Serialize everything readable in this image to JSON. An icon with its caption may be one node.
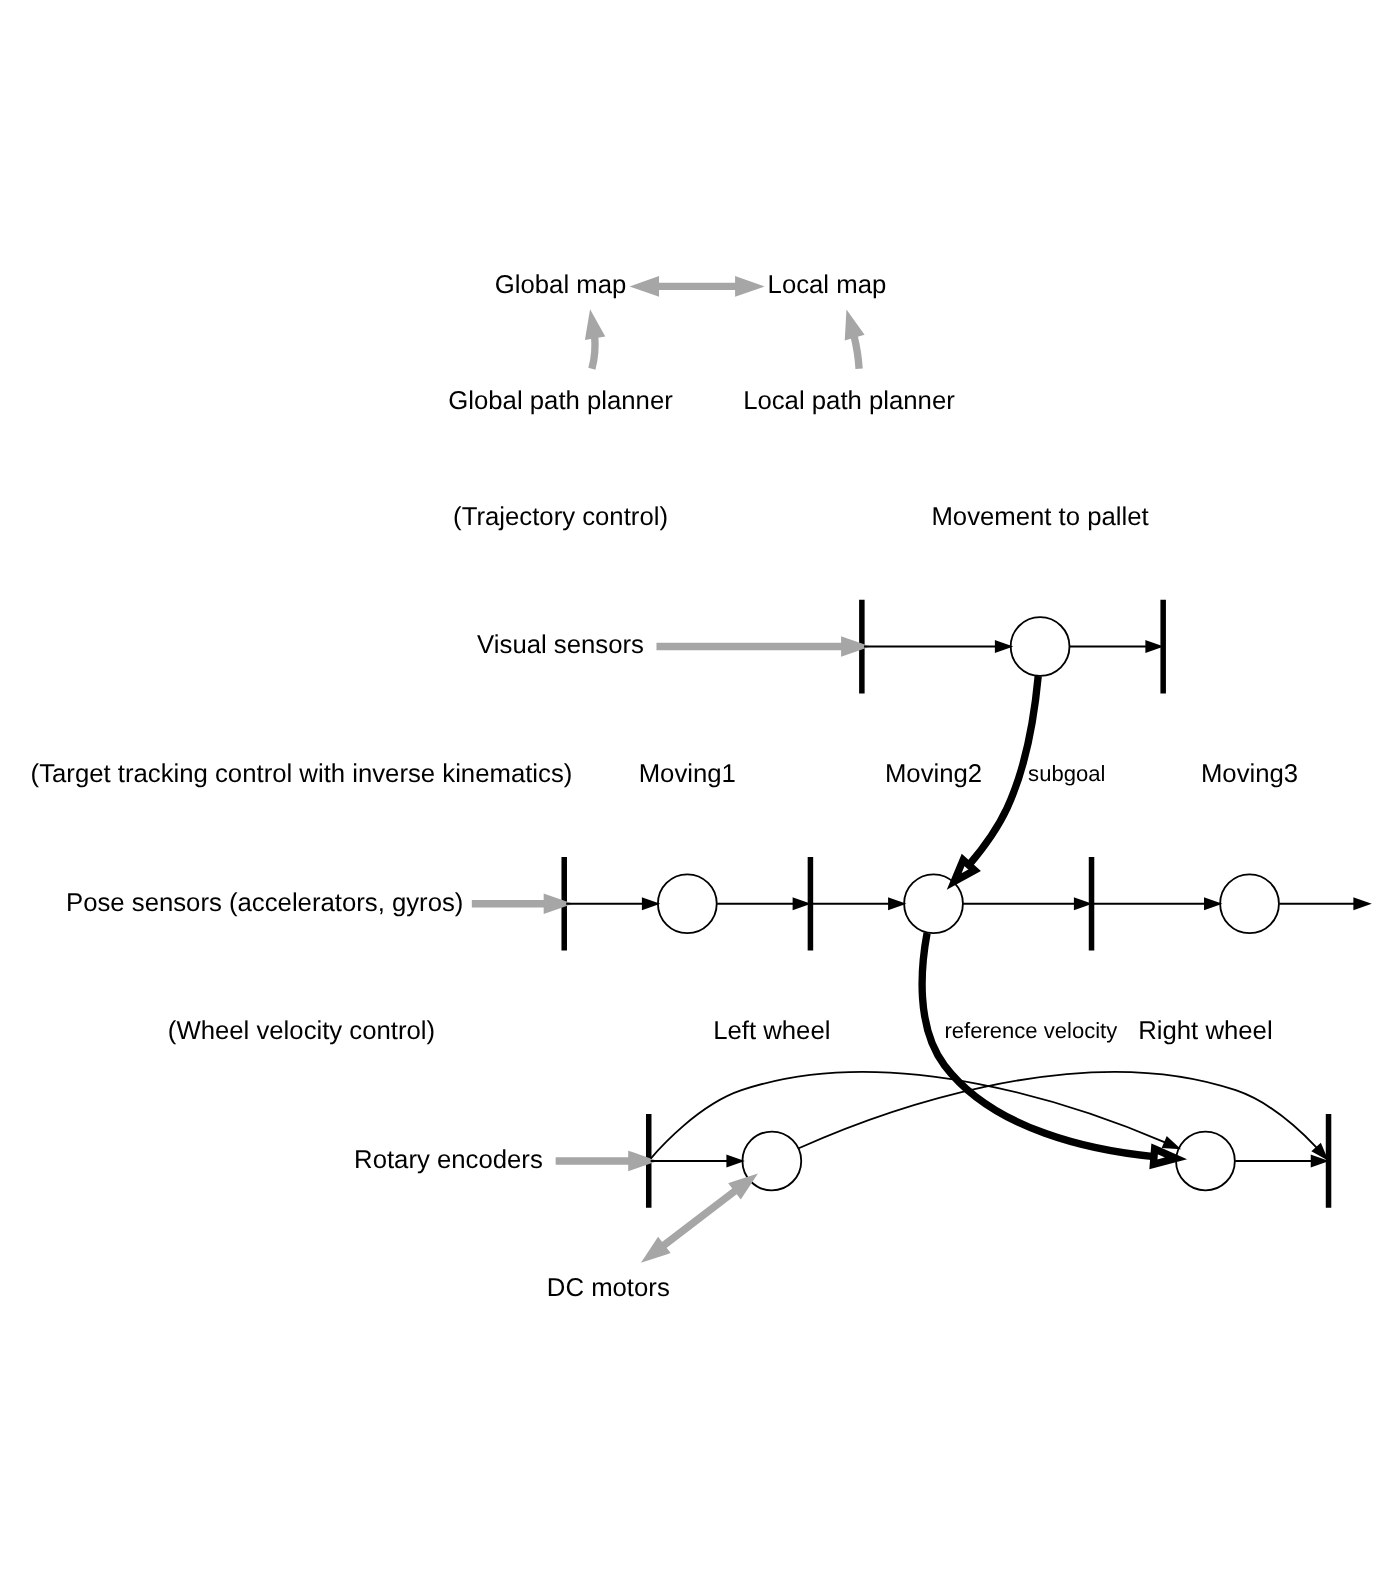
{
  "diagram": {
    "nodes": [
      {
        "text": [
          "Global map"
        ]
      },
      {
        "text": [
          "Local map"
        ]
      },
      {
        "text": [
          "Global path planner"
        ]
      },
      {
        "text": [
          "Local path planner"
        ]
      },
      {
        "text": [
          "Visual sensors"
        ]
      },
      {
        "text": [],
        "shape": "bar"
      },
      {
        "text": [],
        "shape": "circle",
        "beside": [
          "Movement to pallet"
        ]
      },
      {
        "text": [],
        "shape": "bar"
      },
      {
        "text": [
          "Pose sensors (accelerators, gyros)"
        ]
      },
      {
        "text": [],
        "shape": "bar"
      },
      {
        "text": [],
        "shape": "circle",
        "beside": [
          "Moving1"
        ]
      },
      {
        "text": [],
        "shape": "bar"
      },
      {
        "text": [],
        "shape": "circle",
        "beside": [
          "Moving2"
        ]
      },
      {
        "text": [],
        "shape": "bar"
      },
      {
        "text": [],
        "shape": "circle",
        "beside": [
          "Moving3"
        ]
      },
      {
        "text": [
          "Rotary encoders"
        ]
      },
      {
        "text": [],
        "shape": "bar"
      },
      {
        "text": [],
        "shape": "circle",
        "beside": [
          "Right wheel"
        ]
      },
      {
        "text": [],
        "shape": "circle",
        "beside": [
          "Left wheel"
        ]
      },
      {
        "text": [],
        "shape": "bar"
      },
      {
        "text": [
          "DC motors"
        ]
      }
    ],
    "edges": [
      {
        "from": 0,
        "to": 1,
        "arrow": "both",
        "style": "thick",
        "color": "#a6a6a6"
      },
      {
        "from": 2,
        "to": 0,
        "arrow": "to",
        "style": "thick",
        "color": "#a6a6a6"
      },
      {
        "from": 3,
        "to": 1,
        "arrow": "to",
        "style": "thick",
        "color": "#a6a6a6"
      },
      {
        "from": 4,
        "to": 5,
        "arrow": "to",
        "style": "thick",
        "color": "#a6a6a6"
      },
      {
        "from": 5,
        "to": 6,
        "arrow": "to"
      },
      {
        "from": 6,
        "to": 7,
        "arrow": "to"
      },
      {
        "from": 6,
        "to": 12,
        "arrow": "to",
        "label": "subgoal",
        "style": "thick"
      },
      {
        "from": 8,
        "to": 9,
        "arrow": "to",
        "style": "thick",
        "color": "#a6a6a6"
      },
      {
        "from": 9,
        "to": 10,
        "arrow": "to"
      },
      {
        "from": 10,
        "to": 11,
        "arrow": "to"
      },
      {
        "from": 11,
        "to": 12,
        "arrow": "to"
      },
      {
        "from": 12,
        "to": 13,
        "arrow": "to"
      },
      {
        "from": 13,
        "to": 14,
        "arrow": "to"
      },
      {
        "from": 14,
        "to": null,
        "arrow": "to"
      },
      {
        "from": 12,
        "to": 17,
        "arrow": "to",
        "label": "reference velocity",
        "style": "thick"
      },
      {
        "from": 15,
        "to": 16,
        "arrow": "to",
        "style": "thick",
        "color": "#a6a6a6"
      },
      {
        "from": 16,
        "to": 17,
        "arrow": "to"
      },
      {
        "from": 17,
        "to": 19,
        "arrow": "to"
      },
      {
        "from": 16,
        "to": 18,
        "arrow": "to"
      },
      {
        "from": 18,
        "to": 19,
        "arrow": "to"
      },
      {
        "from": 18,
        "to": 20,
        "arrow": "both",
        "style": "thick",
        "color": "#a6a6a6"
      }
    ],
    "labels": [
      "(Trajectory control)",
      "(Target tracking control with inverse kinematics)",
      "(Wheel velocity control)"
    ]
  }
}
